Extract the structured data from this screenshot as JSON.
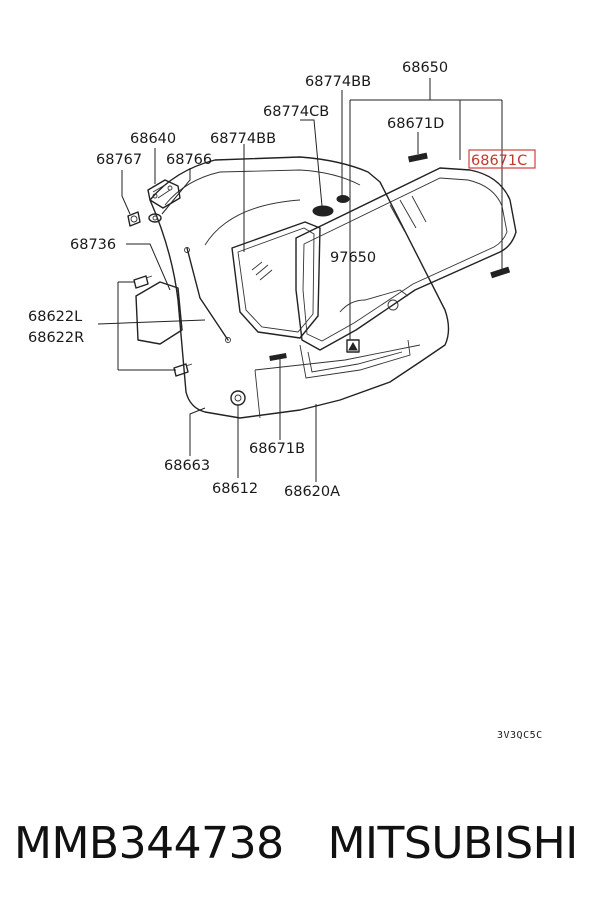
{
  "diagram": {
    "callouts": {
      "p68650": "68650",
      "p68774BB_top": "68774BB",
      "p68774CB": "68774CB",
      "p68671D": "68671D",
      "p68640": "68640",
      "p68774BB_left": "68774BB",
      "p68671C": "68671C",
      "p68767": "68767",
      "p68766": "68766",
      "p68736": "68736",
      "p97650": "97650",
      "p68622L": "68622L",
      "p68622R": "68622R",
      "p68663": "68663",
      "p68671B": "68671B",
      "p68612": "68612",
      "p68620A": "68620A"
    },
    "highlighted_part": "68671C",
    "highlight_color": "#d04040",
    "figure_code": "3V3QC5C"
  },
  "caption": {
    "part_number": "MMB344738",
    "brand": "MITSUBISHI"
  }
}
